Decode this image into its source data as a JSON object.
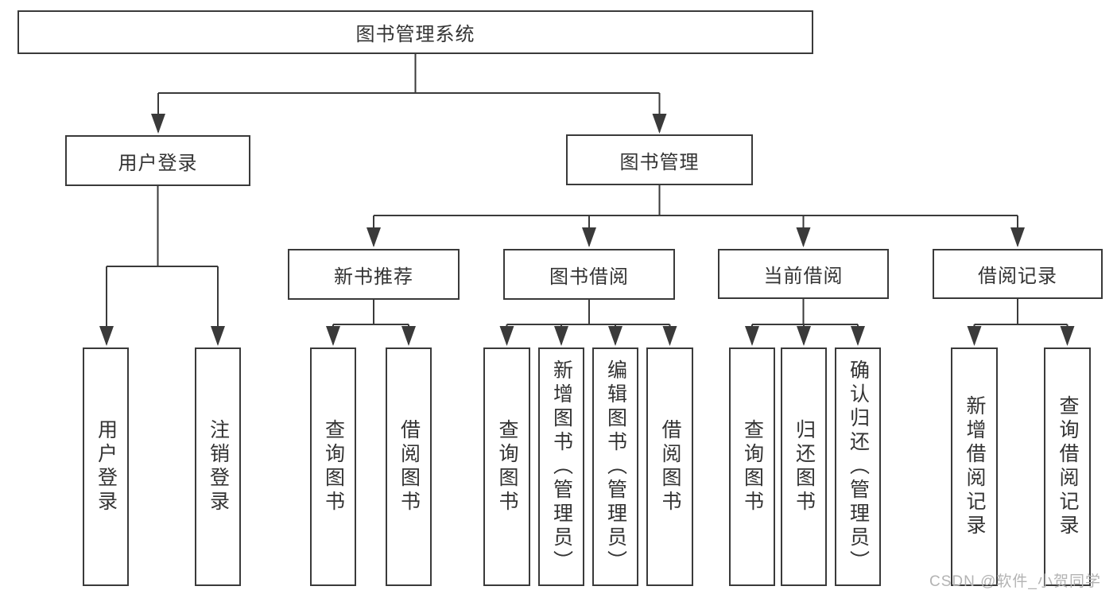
{
  "diagram_title": "图书管理系统",
  "nodes": {
    "root": {
      "label": "图书管理系统"
    },
    "user_login": {
      "label": "用户登录"
    },
    "book_mgmt": {
      "label": "图书管理"
    },
    "login_leaf": {
      "label": "用户登录"
    },
    "logout_leaf": {
      "label": "注销登录"
    },
    "new_book_rec": {
      "label": "新书推荐"
    },
    "book_borrow": {
      "label": "图书借阅"
    },
    "current_borrow": {
      "label": "当前借阅"
    },
    "borrow_record": {
      "label": "借阅记录"
    },
    "nbr_query": {
      "label": "查询图书"
    },
    "nbr_borrow": {
      "label": "借阅图书"
    },
    "bb_query": {
      "label": "查询图书"
    },
    "bb_add": {
      "label": "新增图书（管理员）"
    },
    "bb_edit": {
      "label": "编辑图书（管理员）"
    },
    "bb_borrow": {
      "label": "借阅图书"
    },
    "cb_query": {
      "label": "查询图书"
    },
    "cb_return": {
      "label": "归还图书"
    },
    "cb_confirm": {
      "label": "确认归还（管理员）"
    },
    "br_add": {
      "label": "新增借阅记录"
    },
    "br_query": {
      "label": "查询借阅记录"
    }
  },
  "tree": {
    "label": "图书管理系统",
    "children": [
      {
        "label": "用户登录",
        "children": [
          {
            "label": "用户登录"
          },
          {
            "label": "注销登录"
          }
        ]
      },
      {
        "label": "图书管理",
        "children": [
          {
            "label": "新书推荐",
            "children": [
              {
                "label": "查询图书"
              },
              {
                "label": "借阅图书"
              }
            ]
          },
          {
            "label": "图书借阅",
            "children": [
              {
                "label": "查询图书"
              },
              {
                "label": "新增图书（管理员）"
              },
              {
                "label": "编辑图书（管理员）"
              },
              {
                "label": "借阅图书"
              }
            ]
          },
          {
            "label": "当前借阅",
            "children": [
              {
                "label": "查询图书"
              },
              {
                "label": "归还图书"
              },
              {
                "label": "确认归还（管理员）"
              }
            ]
          },
          {
            "label": "借阅记录",
            "children": [
              {
                "label": "新增借阅记录"
              },
              {
                "label": "查询借阅记录"
              }
            ]
          }
        ]
      }
    ]
  },
  "watermark": {
    "text": "CSDN @软件_小贺同学"
  },
  "colors": {
    "line": "#3a3a3a",
    "box_border": "#3a3a3a",
    "box_fill": "#ffffff",
    "text": "#333333",
    "background": "#ffffff",
    "watermark_text": "#b3b3b3"
  }
}
